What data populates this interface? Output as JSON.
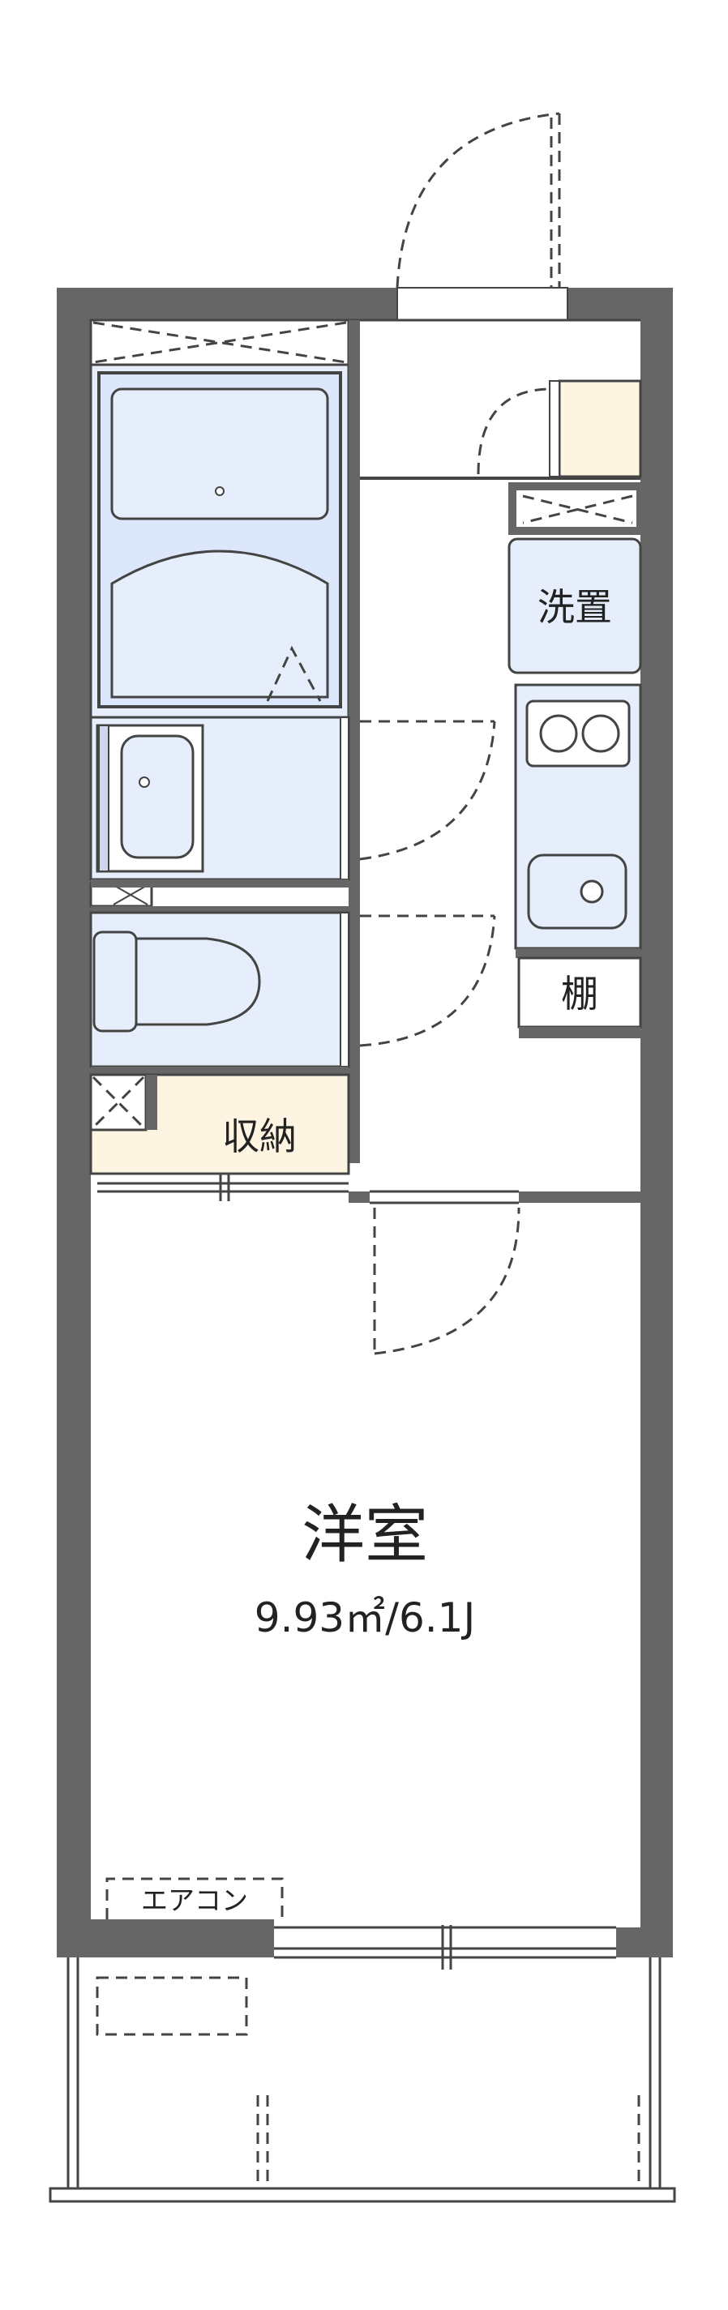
{
  "labels": {
    "washer": "洗置",
    "storage": "収納",
    "shelf": "棚",
    "room_name": "洋室",
    "room_area": "9.93㎡/6.1J",
    "aircon": "エアコン"
  },
  "colors": {
    "wall": "#666666",
    "wet_area": "#e6eefb",
    "storage": "#fdf5e2",
    "line": "#444444"
  },
  "icons": [
    "bathtub-icon",
    "washbasin-icon",
    "toilet-icon",
    "stove-icon",
    "kitchen-sink-icon"
  ]
}
